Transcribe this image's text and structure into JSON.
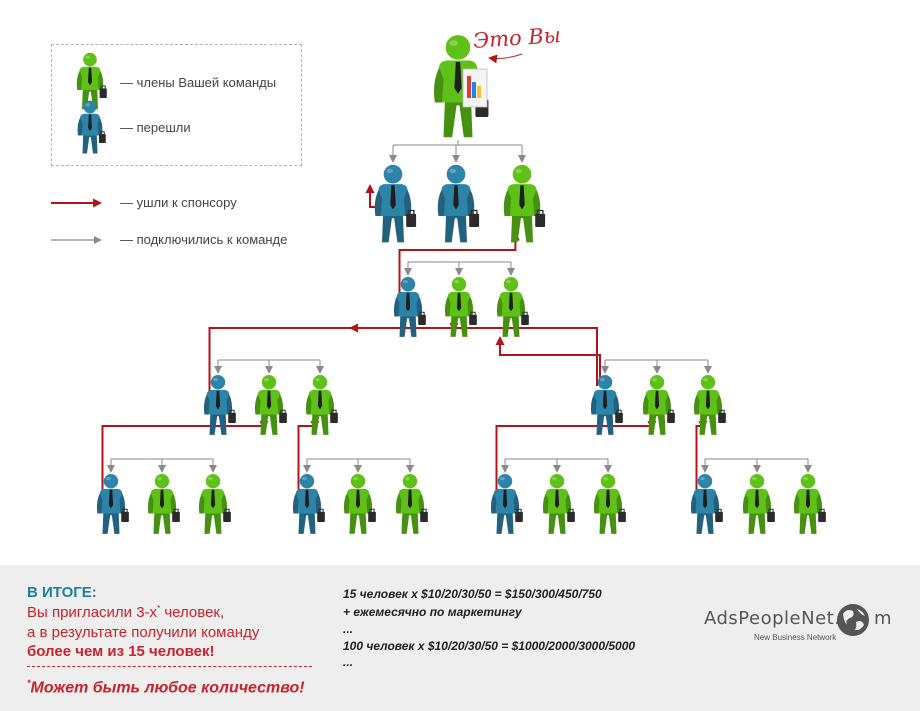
{
  "handwritten_label": "Это Вы",
  "legend": {
    "members": "— члены Вашей команды",
    "moved": "— перешли",
    "to_sponsor": "— ушли к спонсору",
    "joined": "— подключились к команде"
  },
  "colors": {
    "member_green": "#5fc118",
    "moved_blue": "#2d83a8",
    "sponsor_arrow": "#b3141c",
    "join_arrow": "#8a8a8a",
    "accent_red": "#c8232c",
    "title_blue": "#1d7ea3"
  },
  "summary": {
    "title": "В ИТОГЕ:",
    "line1_pre": "Вы пригласили 3-х",
    "line1_sup": "*",
    "line1_post": " человек,",
    "line2": "а в результате получили команду",
    "line3": "более чем из 15 человек!",
    "footnote_sup": "*",
    "footnote": "Может быть любое количество!"
  },
  "calc": {
    "line1": "15 человек x $10/20/30/50 = $150/300/450/750",
    "line2": "+ ежемесячно по маркетингу",
    "dots1": "...",
    "line3": "100 человек x $10/20/30/50 = $1000/2000/3000/5000",
    "dots2": "..."
  },
  "logo": {
    "name": "AdsPeopleNet.c",
    "name_end": "m",
    "tagline": "New Business Network",
    "icon": "globe-icon"
  },
  "tree": {
    "root": "you",
    "nodes": [
      {
        "id": "you",
        "type": "green",
        "parent": null
      },
      {
        "id": "L1a",
        "type": "blue",
        "parent": "you"
      },
      {
        "id": "L1b",
        "type": "blue",
        "parent": "you"
      },
      {
        "id": "L1c",
        "type": "green",
        "parent": "you"
      },
      {
        "id": "L2a",
        "type": "blue",
        "parent": "L1c"
      },
      {
        "id": "L2b",
        "type": "green",
        "parent": "L1c"
      },
      {
        "id": "L2c",
        "type": "green",
        "parent": "L1c"
      },
      {
        "id": "L3a",
        "type": "blue",
        "parent": "L2b"
      },
      {
        "id": "L3b",
        "type": "green",
        "parent": "L2b"
      },
      {
        "id": "L3c",
        "type": "green",
        "parent": "L2b"
      },
      {
        "id": "L3d",
        "type": "blue",
        "parent": "L2c"
      },
      {
        "id": "L3e",
        "type": "green",
        "parent": "L2c"
      },
      {
        "id": "L3f",
        "type": "green",
        "parent": "L2c"
      },
      {
        "id": "L4a",
        "type": "blue",
        "parent": "L3b"
      },
      {
        "id": "L4b",
        "type": "green",
        "parent": "L3b"
      },
      {
        "id": "L4c",
        "type": "green",
        "parent": "L3b"
      },
      {
        "id": "L4d",
        "type": "blue",
        "parent": "L3c"
      },
      {
        "id": "L4e",
        "type": "green",
        "parent": "L3c"
      },
      {
        "id": "L4f",
        "type": "green",
        "parent": "L3c"
      },
      {
        "id": "L4g",
        "type": "blue",
        "parent": "L3e"
      },
      {
        "id": "L4h",
        "type": "green",
        "parent": "L3e"
      },
      {
        "id": "L4i",
        "type": "green",
        "parent": "L3e"
      },
      {
        "id": "L4j",
        "type": "blue",
        "parent": "L3f"
      },
      {
        "id": "L4k",
        "type": "green",
        "parent": "L3f"
      },
      {
        "id": "L4l",
        "type": "green",
        "parent": "L3f"
      }
    ]
  }
}
